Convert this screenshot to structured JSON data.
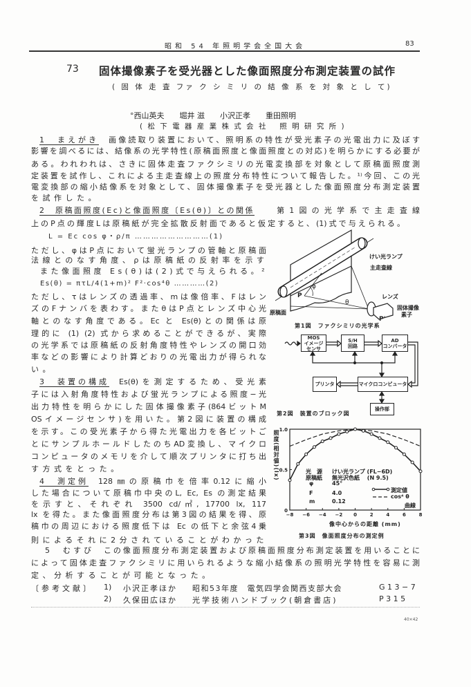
{
  "header": {
    "conference": "昭和 54 年照明学会全国大会",
    "page_number": "83"
  },
  "title": {
    "number": "73",
    "text": "固体撮像素子を受光器とした像面照度分布測定装置の試作",
    "subtitle": "( 固 体 走 査 ファ ク シ ミ リ の 結 像 系 を 対 象 と し て)"
  },
  "authors": {
    "names": "°西山英夫　　堀井 滋　　小沢正孝　　重田照明",
    "affiliation": "( 松 下 電 器 産 業 株 式 会 社　 照 明 研 究 所 )"
  },
  "lines": [
    {
      "h": "1　まえがき",
      "t": "画像読取り装置において、照明系の特性が受光素子の光電出力に及ぼす"
    },
    {
      "t": "影響を調べるには、結像系の光学特性(原稿面照度と像面照度との対応)を明らかにする必要が"
    },
    {
      "t": "ある。われわれは、さきに固体走査ファクシミリの光電変換部を対象として原稿面照度測"
    },
    {
      "t": "定装置を試作し、これによる主走査線上の照度分布特性について報告した。¹⁾今回、この光"
    },
    {
      "t": "電変換部の縮小結像系を対象として、固体撮像素子を受光器とした像面照度分布測定装置"
    },
    {
      "t": "を試作した。"
    },
    {
      "h": "2　原稿面照度(Ec)と像面照度〔Es(θ)〕との関係",
      "t": "　第1図の光学系で主走査線"
    },
    {
      "t": "上のP点の輝度Lは原稿紙が完全拡散反射面であると仮定すると、(1)式で与えられる。"
    },
    {
      "t": "L = Ec cos φ・ρ/π ………………………(1)"
    },
    {
      "t": "ただし、φはP点において蛍光ランプの管軸と原稿面"
    },
    {
      "t": "法線とのなす角度、ρは原稿紙の反射率を示す。"
    },
    {
      "t": "また像面照度 Es(θ)は(2)式で与えられる。²⁾"
    },
    {
      "t": "Es(θ) = πτL/4(1+m)² F²·cos⁴θ …………(2)"
    },
    {
      "t": "ただし、τはレンズの透過率、mは像倍率、Fはレン"
    },
    {
      "t": "ズのFナンバを表わす。またθはP点とレンズ中心光"
    },
    {
      "t": "軸とのなす角度である。Ec と Es(θ)との関係は原"
    },
    {
      "t": "理的に (1) (2) 式から求めることができるが、実際"
    },
    {
      "t": "の光学系では原稿紙の反射角度特性やレンズの開口効"
    },
    {
      "t": "率などの影響により計算どおりの光電出力が得られな"
    },
    {
      "t": "い。"
    },
    {
      "h": "3　装置の構成",
      "t": "Es(θ)を測定するため、受光素"
    },
    {
      "t": "子には入射角度特性および蛍光ランプによる照度−光"
    },
    {
      "t": "出力特性を明らかにした固体撮像素子(864ビットM"
    },
    {
      "t": "OSイメージセンサ)を用いた。第2図に装置の構成"
    },
    {
      "t": "を示す。この受光素子から得た光電出力を各ビットご"
    },
    {
      "t": "とにサンプルホールドしたのちAD変換し、マイクロ"
    },
    {
      "t": "コンピュータのメモリを介して順次プリンタに打ち出"
    },
    {
      "t": "す方式をとった。"
    },
    {
      "h": "4　測定例",
      "t": "128㎜の原稿巾を倍率0.12に縮小"
    },
    {
      "t": "した場合について原稿巾中央のL, Ec, Es の測定結果"
    },
    {
      "t": "を示すと、それぞれ 3500 cd/㎡, 17700 lx, 117"
    },
    {
      "t": "lx を得た。また像面照度分布は第3図の結果を得、原"
    },
    {
      "t": "稿巾の周辺における照度低下は Ec の低下と余弦4乗"
    },
    {
      "t": "則によるそれに2分されていることがわかった。"
    },
    {
      "h": "5　むすび",
      "t": "この像面照度分布測定装置および原稿面照度分布測定装置を用いることに"
    },
    {
      "t": "によって固体走査ファクシミリに用いられるような縮小結像系の照明光学特性を容易に測"
    },
    {
      "t": "定、分析することが可能となった。"
    }
  ],
  "references": {
    "label": "〔参考文献〕",
    "items": [
      {
        "num": "1)",
        "authors": "小沢正孝ほか",
        "source": "昭和53年度　電気四学会関西支部大会",
        "loc": "G 1 3 − 7"
      },
      {
        "num": "2)",
        "authors": "久保田広ほか",
        "source": "光学技術ハンドブック(朝倉書店)",
        "loc": "P 3 1 5"
      }
    ],
    "format_note": "40×42"
  },
  "fig1": {
    "caption": "第1図　ファクシミリの光学系",
    "labels": {
      "lamp": "けい光ランプ",
      "scan_line": "主走査線",
      "lens": "レンズ",
      "sensor": "固体撮像\n素子",
      "sensor_1": "固体撮像",
      "sensor_2": "素子",
      "original": "原稿面",
      "p": "P",
      "p_prime": "P'",
      "phi": "φ",
      "theta": "θ"
    }
  },
  "fig2": {
    "caption": "第2図　装置のブロック図",
    "blocks": {
      "mos": [
        "MOS",
        "イメージ",
        "センサ"
      ],
      "sh": [
        "S/H",
        "回路"
      ],
      "ad": [
        "AD",
        "コンバータ"
      ],
      "printer": "プリンタ",
      "micro": "マイクロコンピュータ",
      "control": "操作部"
    }
  },
  "chart_data": {
    "type": "line",
    "title": "第3図　像面照度分布の測定例",
    "xlabel": "像中心からの距離 (mm)",
    "ylabel": "照度(相対値)(lx)",
    "xlim": [
      -8,
      8
    ],
    "ylim": [
      0,
      1.0
    ],
    "xticks": [
      "−8",
      "−6",
      "−4",
      "−2",
      "0",
      "2",
      "4",
      "6",
      "8"
    ],
    "yticks": [
      "0",
      "0.5",
      "1.0"
    ],
    "series": [
      {
        "name": "測定値",
        "style": "solid-circle",
        "x": [
          -8,
          -7,
          -6,
          -5,
          -4,
          -3,
          -2,
          -1,
          0,
          1,
          2,
          3,
          4,
          5,
          6,
          7,
          8
        ],
        "y": [
          0.37,
          0.57,
          0.69,
          0.78,
          0.85,
          0.89,
          0.94,
          0.97,
          1.0,
          0.98,
          0.94,
          0.89,
          0.84,
          0.77,
          0.69,
          0.59,
          0.48
        ]
      },
      {
        "name": "cos⁴θ 曲線",
        "style": "dashed",
        "x": [
          -8,
          -6,
          -4,
          -2,
          0,
          2,
          4,
          6,
          8
        ],
        "y": [
          0.79,
          0.87,
          0.94,
          0.98,
          1.0,
          0.98,
          0.94,
          0.87,
          0.79
        ]
      }
    ],
    "legend": {
      "measured": "測定値",
      "cos_label": "cos⁴ θ",
      "curve": "曲線"
    },
    "conditions": [
      {
        "k": "光　源",
        "v": "けい光ランプ (FL−6D)"
      },
      {
        "k": "原稿紙",
        "v": "無光沢色紙　 (N 9.5)"
      },
      {
        "k": "φ",
        "v": "45°"
      },
      {
        "k": "F",
        "v": "4.0"
      },
      {
        "k": "m",
        "v": "0.12"
      }
    ]
  }
}
